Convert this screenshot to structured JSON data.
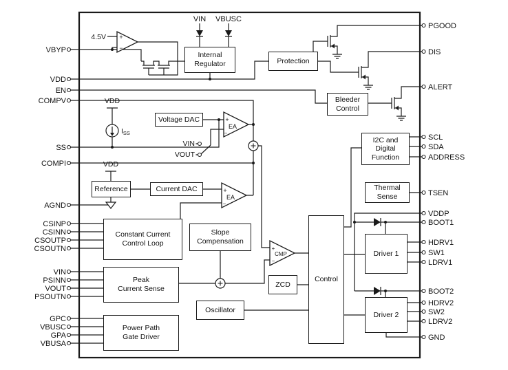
{
  "pins": {
    "left": [
      "VBYP",
      "VDD",
      "EN",
      "COMPV",
      "SS",
      "COMPI",
      "AGND",
      "CSINP",
      "CSINN",
      "CSOUTP",
      "CSOUTN",
      "VIN",
      "PSINN",
      "VOUT",
      "PSOUTN",
      "GPC",
      "VBUSC",
      "GPA",
      "VBUSA"
    ],
    "right": [
      "PGOOD",
      "DIS",
      "ALERT",
      "SCL",
      "SDA",
      "ADDRESS",
      "TSEN",
      "VDDP",
      "BOOT1",
      "HDRV1",
      "SW1",
      "LDRV1",
      "BOOT2",
      "HDRV2",
      "SW2",
      "LDRV2",
      "GND"
    ],
    "top": [
      "VIN",
      "VBUSC"
    ]
  },
  "blocks": {
    "internal_regulator": "Internal\nRegulator",
    "protection": "Protection",
    "bleeder_control": "Bleeder\nControl",
    "i2c_digital": "I2C and\nDigital\nFunction",
    "thermal_sense": "Thermal\nSense",
    "voltage_dac": "Voltage DAC",
    "current_dac": "Current DAC",
    "reference": "Reference",
    "constant_current_loop": "Constant Current\nControl Loop",
    "slope_compensation": "Slope\nCompensation",
    "peak_current_sense": "Peak\nCurrent Sense",
    "power_path_gate_driver": "Power Path\nGate Driver",
    "oscillator": "Oscillator",
    "zcd": "ZCD",
    "control": "Control",
    "driver1": "Driver 1",
    "driver2": "Driver 2"
  },
  "labels": {
    "supply_45": "4.5V",
    "vdd": "VDD",
    "iss_i": "I",
    "iss_sub": "SS",
    "switch_vin": "VIN",
    "switch_vout": "VOUT",
    "ea": "EA",
    "cmp": "CMP",
    "plus": "+",
    "minus": "−"
  },
  "colors": {
    "line": "#1a1a1a",
    "background": "#ffffff"
  }
}
